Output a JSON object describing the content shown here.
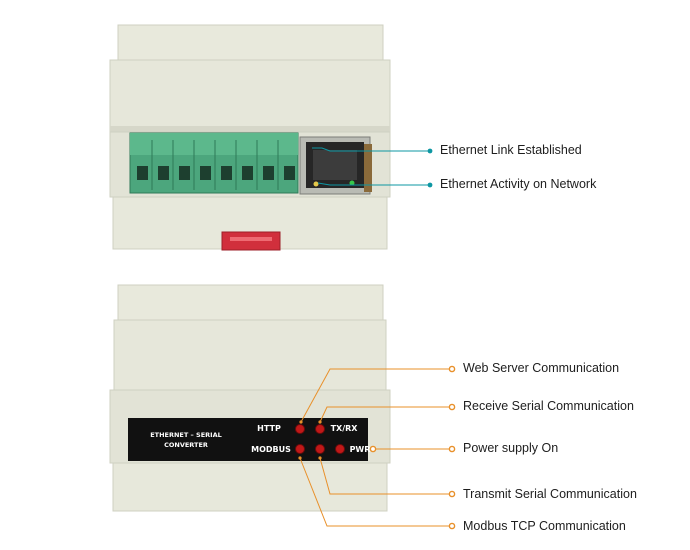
{
  "colors": {
    "enclosure": "#e5e6d9",
    "enclosure_edge": "#c8c9bb",
    "terminal_green": "#4ca67d",
    "panel_black": "#111111",
    "led_red": "#c01818",
    "din_clip": "#d0303d",
    "teal_callout": "#0e97a3",
    "orange_callout": "#e8902a"
  },
  "top_view": {
    "callouts": [
      {
        "label": "Ethernet Link Established",
        "color": "teal"
      },
      {
        "label": "Ethernet Activity on Network",
        "color": "teal"
      }
    ]
  },
  "front_view": {
    "panel_text_line1": "ETHERNET – SERIAL",
    "panel_text_line2": "CONVERTER",
    "led_labels": {
      "http": "HTTP",
      "txrx": "TX/RX",
      "modbus": "MODBUS",
      "pwr": "PWR"
    },
    "callouts": [
      {
        "label": "Web Server Communication",
        "color": "orange"
      },
      {
        "label": "Receive Serial Communication",
        "color": "orange"
      },
      {
        "label": "Power supply On",
        "color": "orange"
      },
      {
        "label": "Transmit Serial Communication",
        "color": "orange"
      },
      {
        "label": "Modbus TCP Communication",
        "color": "orange"
      }
    ]
  }
}
